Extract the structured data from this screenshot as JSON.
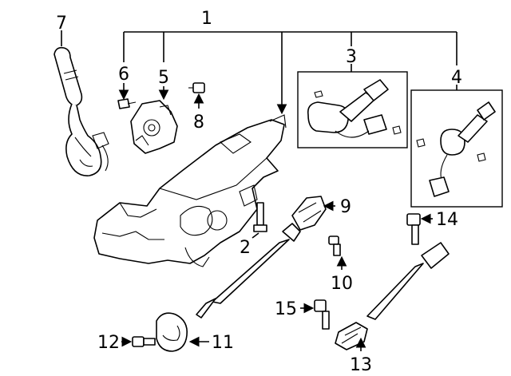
{
  "diagram": {
    "callouts": [
      {
        "id": "1",
        "label": "1"
      },
      {
        "id": "2",
        "label": "2"
      },
      {
        "id": "3",
        "label": "3"
      },
      {
        "id": "4",
        "label": "4"
      },
      {
        "id": "5",
        "label": "5"
      },
      {
        "id": "6",
        "label": "6"
      },
      {
        "id": "7",
        "label": "7"
      },
      {
        "id": "8",
        "label": "8"
      },
      {
        "id": "9",
        "label": "9"
      },
      {
        "id": "10",
        "label": "10"
      },
      {
        "id": "11",
        "label": "11"
      },
      {
        "id": "12",
        "label": "12"
      },
      {
        "id": "13",
        "label": "13"
      },
      {
        "id": "14",
        "label": "14"
      },
      {
        "id": "15",
        "label": "15"
      }
    ]
  },
  "colors": {
    "line": "#000000",
    "background": "#ffffff"
  }
}
